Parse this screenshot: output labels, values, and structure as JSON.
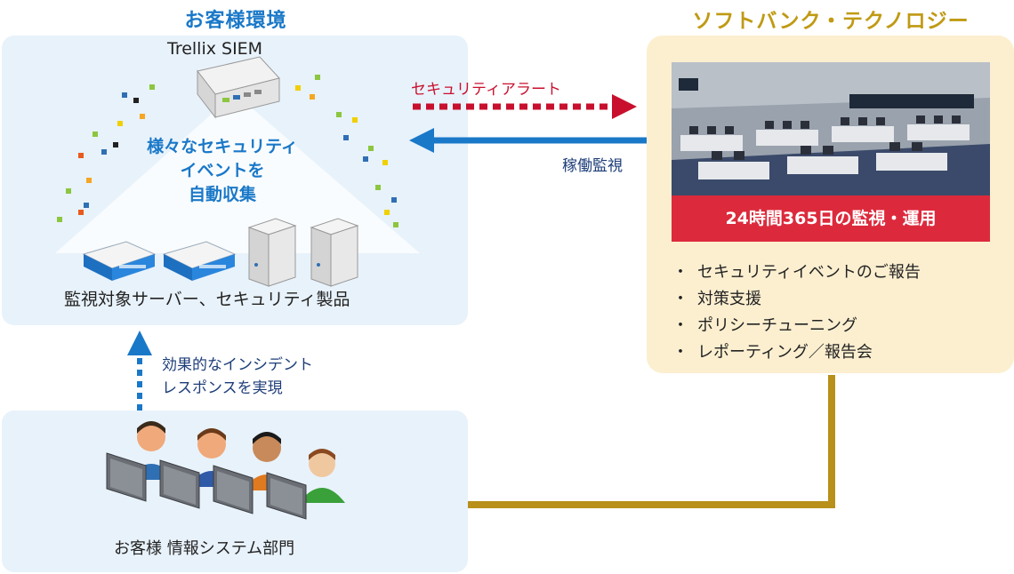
{
  "customer_env": {
    "title": "お客様環境",
    "siem_label": "Trellix SIEM",
    "collect_text": [
      "様々なセキュリティ",
      "イベントを",
      "自動収集"
    ],
    "devices_label": "監視対象サーバー、セキュリティ製品"
  },
  "vendor": {
    "title": "ソフトバンク・テクノロジー",
    "soc_banner": "24時間365日の監視・運用",
    "services": [
      "セキュリティイベントのご報告",
      "対策支援",
      "ポリシーチューニング",
      "レポーティング／報告会"
    ],
    "bullet": "・"
  },
  "arrows": {
    "alert_label": "セキュリティアラート",
    "monitor_label": "稼働監視",
    "incident_label": [
      "効果的なインシデント",
      "レスポンスを実現"
    ]
  },
  "it_department": {
    "label": "お客様 情報システム部門"
  },
  "colors": {
    "blue_title": "#1a78c8",
    "gold_title": "#c09a14",
    "alert_red": "#c8102e",
    "monitor_blue": "#1a78c8",
    "gold_arrow": "#b8901a",
    "panel_blue": "#e8f2fb",
    "panel_yellow": "#fcefd0"
  }
}
